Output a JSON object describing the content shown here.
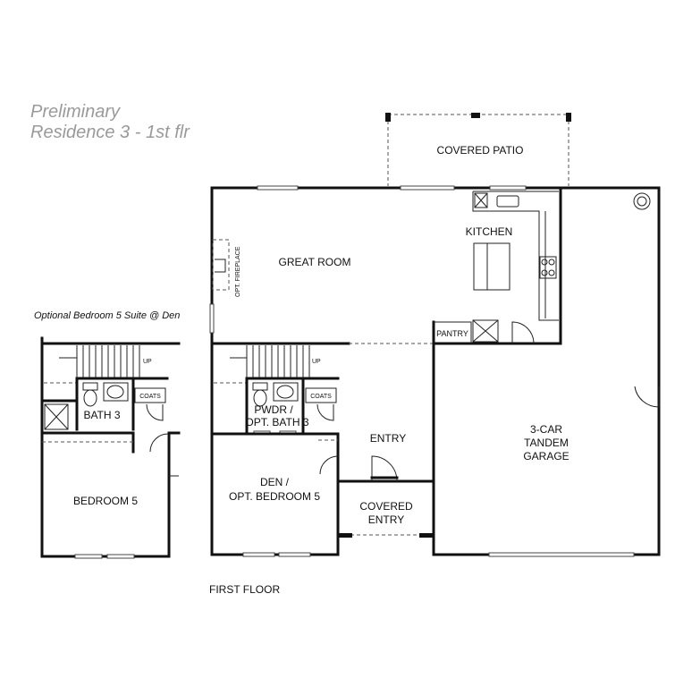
{
  "title": {
    "line1": "Preliminary",
    "line2": "Residence 3 - 1st flr"
  },
  "optional_suite": {
    "caption": "Optional Bedroom 5 Suite @ Den",
    "rooms": {
      "up": "UP",
      "coats": "COATS",
      "bath3": "BATH 3",
      "bedroom5": "BEDROOM 5"
    }
  },
  "main_plan": {
    "rooms": {
      "covered_patio": "COVERED PATIO",
      "kitchen": "KITCHEN",
      "great_room": "GREAT ROOM",
      "opt_fireplace": "OPT. FIREPLACE",
      "pantry": "PANTRY",
      "up": "UP",
      "coats": "COATS",
      "pwdr_line1": "PWDR /",
      "pwdr_line2": "OPT. BATH 3",
      "entry": "ENTRY",
      "garage_line1": "3-CAR",
      "garage_line2": "TANDEM",
      "garage_line3": "GARAGE",
      "den_line1": "DEN /",
      "den_line2": "OPT. BEDROOM 5",
      "covered_entry_line1": "COVERED",
      "covered_entry_line2": "ENTRY"
    }
  },
  "footer": {
    "floor_label": "FIRST FLOOR"
  }
}
